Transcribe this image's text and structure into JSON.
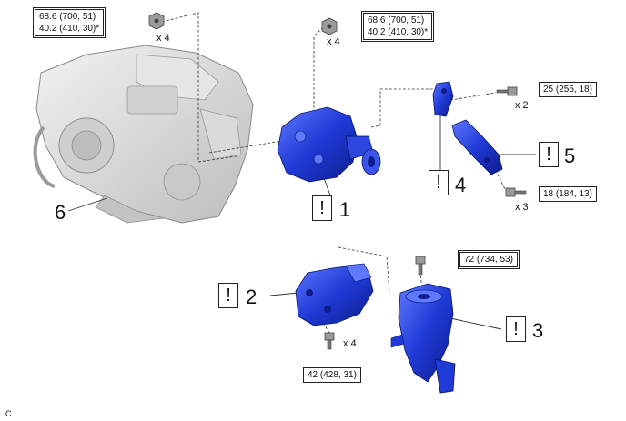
{
  "torque": {
    "top_left_line1": "68.6 (700, 51)",
    "top_left_line2": "40.2 (410, 30)*",
    "top_mid_line1": "68.6 (700, 51)",
    "top_mid_line2": "40.2 (410, 30)*",
    "bolt_upper_right": "25 (255, 18)",
    "bolt_lower_right": "18 (184, 13)",
    "bolt_mount_top": "72 (734, 53)",
    "bolt_bracket_bottom": "42 (428, 31)"
  },
  "quantities": {
    "top_left": "x 4",
    "top_mid": "x 4",
    "upper_right": "x 2",
    "lower_right": "x 3",
    "bracket_bottom": "x 4"
  },
  "callouts": {
    "warning_symbol": "!",
    "part_1": "1",
    "part_2": "2",
    "part_3": "3",
    "part_4": "4",
    "part_5": "5",
    "part_6": "6"
  },
  "figure_code": "C",
  "colors": {
    "part_blue": "#1f3ad6",
    "part_blue_dark": "#0d1c8a",
    "part_blue_light": "#5e78ff",
    "transaxle_gray": "#d9d9d9"
  }
}
